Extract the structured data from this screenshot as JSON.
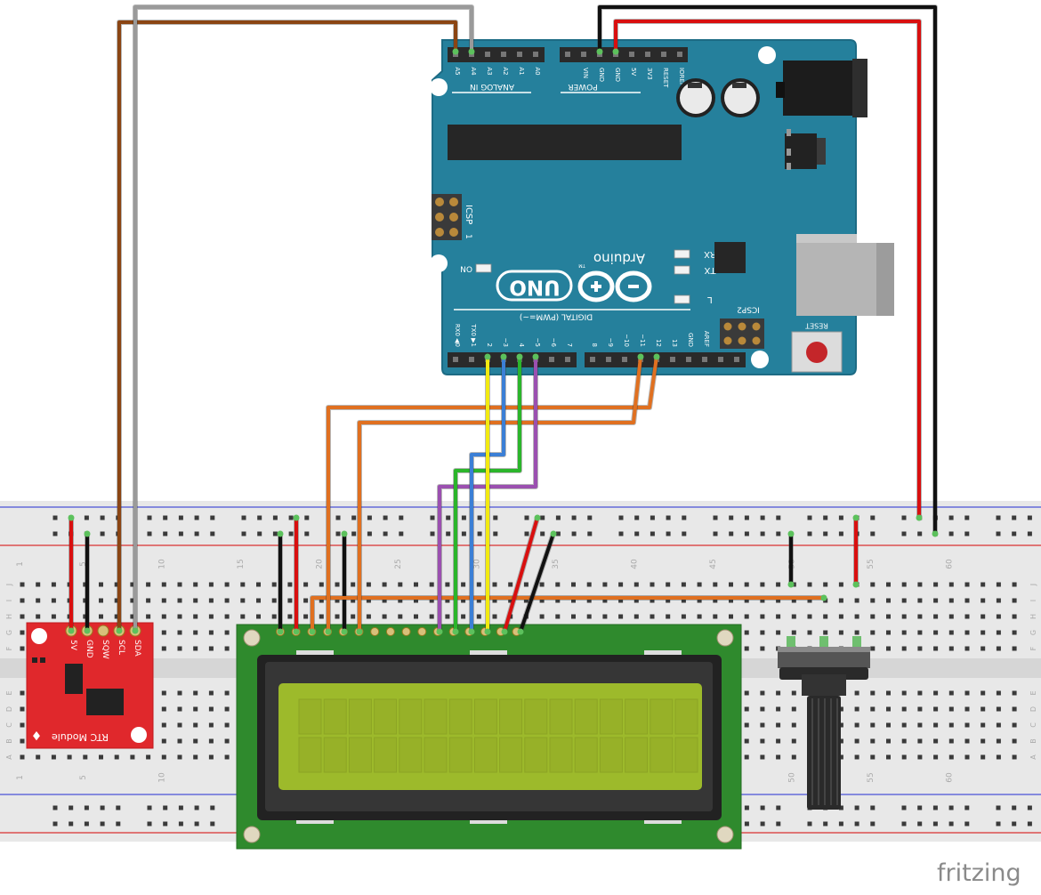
{
  "arduino": {
    "brand": "Arduino",
    "model": "UNO",
    "trademark": "TM",
    "analog_header_label": "ANALOG IN",
    "power_header_label": "POWER",
    "digital_header_label": "DIGITAL (PWM=~)",
    "icsp_label": "ICSP",
    "icsp2_label": "ICSP2",
    "icsp_pin1": "1",
    "reset_label": "RESET",
    "on_label": "ON",
    "led_labels": [
      "RX",
      "TX",
      "L"
    ],
    "analog_pins": [
      "A5",
      "A4",
      "A3",
      "A2",
      "A1",
      "A0"
    ],
    "power_pins": [
      "VIN",
      "GND",
      "GND",
      "5V",
      "3V3",
      "RESET",
      "IOREF"
    ],
    "digital_pins_low": [
      "RX0 ◀0",
      "TX0 ▶1",
      "2",
      "~3",
      "4",
      "~5",
      "~6",
      "7"
    ],
    "digital_pins_high": [
      "8",
      "~9",
      "~10",
      "~11",
      "12",
      "13",
      "GND",
      "AREF"
    ]
  },
  "breadboard": {
    "column_numbers": [
      "1",
      "5",
      "10",
      "15",
      "20",
      "25",
      "30",
      "35",
      "40",
      "45",
      "50",
      "55",
      "60"
    ],
    "row_letters_top": [
      "J",
      "I",
      "H",
      "G",
      "F"
    ],
    "row_letters_bottom": [
      "E",
      "D",
      "C",
      "B",
      "A"
    ]
  },
  "rtc": {
    "label": "RTC Module",
    "pins": [
      "5V",
      "GND",
      "SQW",
      "SCL",
      "SDA"
    ]
  },
  "lcd": {
    "rows": 2,
    "cols": 16
  },
  "watermark": "fritzing",
  "colors": {
    "board": "#25809c",
    "board_edge": "#1d6b84",
    "breadboard": "#e9e9e9",
    "lcd_pcb": "#2f8a2d",
    "lcd_screen": "#9dba2b",
    "rtc_board": "#e0282c",
    "wire_brown": "#8b4513",
    "wire_gray": "#9a9a9a",
    "wire_black": "#111111",
    "wire_red": "#d90f0f",
    "wire_orange": "#e07020",
    "wire_yellow": "#f2ea10",
    "wire_blue": "#3b7fd6",
    "wire_green": "#2bb52b",
    "wire_purple": "#9b50b0"
  }
}
